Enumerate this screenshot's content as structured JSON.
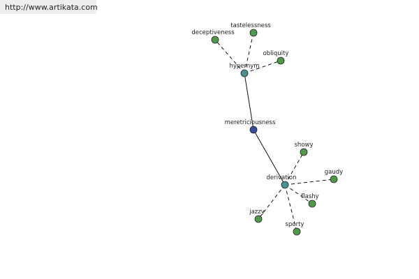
{
  "header": {
    "url": "http://www.artikata.com"
  },
  "colors": {
    "root": "#334f99",
    "relation": "#4a9091",
    "leaf": "#4f9a4a",
    "outline": "#222222"
  },
  "graph": {
    "nodes": [
      {
        "id": "meretriciousness",
        "label": "meretriciousness",
        "kind": "root"
      },
      {
        "id": "hypernym",
        "label": "hypernym",
        "kind": "relation"
      },
      {
        "id": "derivation",
        "label": "derivation",
        "kind": "relation"
      },
      {
        "id": "deceptiveness",
        "label": "deceptiveness",
        "kind": "leaf"
      },
      {
        "id": "tastelessness",
        "label": "tastelessness",
        "kind": "leaf"
      },
      {
        "id": "obliquity",
        "label": "obliquity",
        "kind": "leaf"
      },
      {
        "id": "showy",
        "label": "showy",
        "kind": "leaf"
      },
      {
        "id": "gaudy",
        "label": "gaudy",
        "kind": "leaf"
      },
      {
        "id": "flashy",
        "label": "flashy",
        "kind": "leaf"
      },
      {
        "id": "sporty",
        "label": "sporty",
        "kind": "leaf"
      },
      {
        "id": "jazzy",
        "label": "jazzy",
        "kind": "leaf"
      }
    ],
    "edges": [
      {
        "from": "meretriciousness",
        "to": "hypernym",
        "style": "solid"
      },
      {
        "from": "meretriciousness",
        "to": "derivation",
        "style": "solid"
      },
      {
        "from": "hypernym",
        "to": "deceptiveness",
        "style": "dashed"
      },
      {
        "from": "hypernym",
        "to": "tastelessness",
        "style": "dashed"
      },
      {
        "from": "hypernym",
        "to": "obliquity",
        "style": "dashed"
      },
      {
        "from": "derivation",
        "to": "showy",
        "style": "dashed"
      },
      {
        "from": "derivation",
        "to": "gaudy",
        "style": "dashed"
      },
      {
        "from": "derivation",
        "to": "flashy",
        "style": "dashed"
      },
      {
        "from": "derivation",
        "to": "sporty",
        "style": "dashed"
      },
      {
        "from": "derivation",
        "to": "jazzy",
        "style": "dashed"
      }
    ]
  }
}
